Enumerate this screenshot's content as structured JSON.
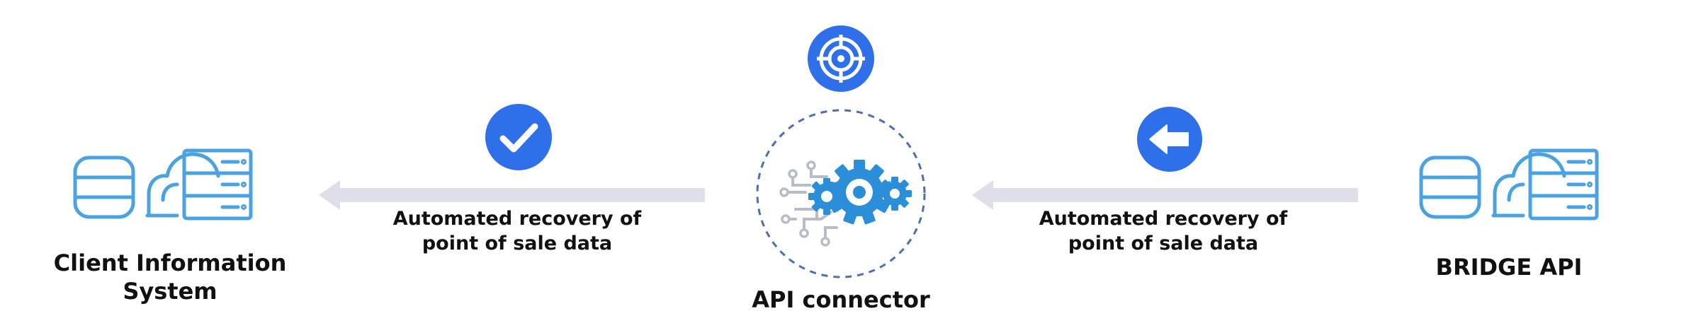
{
  "left_node": {
    "label": "Client Information System",
    "icon": "database-cloud-server-icon"
  },
  "center_node": {
    "label": "API connector",
    "top_icon": "target-icon",
    "main_icon": "circuit-gears-icon"
  },
  "right_node": {
    "label": "BRIDGE API",
    "icon": "database-cloud-server-icon"
  },
  "left_arrow": {
    "caption_line1": "Automated recovery of",
    "caption_line2": "point of sale data",
    "badge_icon": "checkmark-icon"
  },
  "right_arrow": {
    "caption_line1": "Automated recovery of",
    "caption_line2": "point of sale data",
    "badge_icon": "back-arrow-icon"
  },
  "colors": {
    "accent_blue": "#2f6fea",
    "icon_light_blue": "#4aa3e0",
    "arrow_gray": "#dfdfea",
    "dashed_circle": "#4a6fb5"
  }
}
